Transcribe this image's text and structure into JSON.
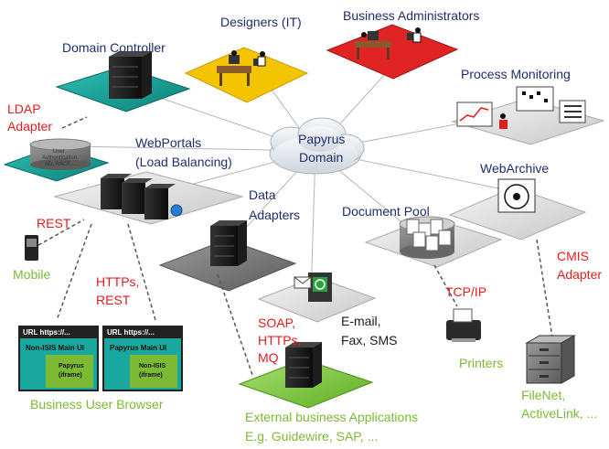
{
  "hub": {
    "line1": "Papyrus",
    "line2": "Domain"
  },
  "designers": {
    "label": "Designers (IT)"
  },
  "business_admins": {
    "label": "Business Administrators"
  },
  "domain_controller": {
    "label": "Domain Controller"
  },
  "process_monitoring": {
    "label": "Process Monitoring"
  },
  "ldap": {
    "line1": "LDAP",
    "line2": "Adapter",
    "db_text_1": "User",
    "db_text_2": "Authentication,",
    "db_text_3": "AD, RACF, ..."
  },
  "webportals": {
    "line1": "WebPortals",
    "line2": "(Load Balancing)"
  },
  "webarchive": {
    "label": "WebArchive"
  },
  "data_adapters": {
    "line1": "Data",
    "line2": "Adapters"
  },
  "document_pool": {
    "label": "Document Pool"
  },
  "rest": {
    "label": "REST"
  },
  "mobile": {
    "label": "Mobile"
  },
  "https_rest": {
    "line1": "HTTPs,",
    "line2": "REST"
  },
  "cmis": {
    "line1": "CMIS",
    "line2": "Adapter"
  },
  "tcpip": {
    "label": "TCP/IP"
  },
  "printers": {
    "label": "Printers"
  },
  "email": {
    "line1": "E-mail,",
    "line2": "Fax, SMS"
  },
  "soap": {
    "line1": "SOAP,",
    "line2": "HTTPs,",
    "line3": "MQ"
  },
  "browser1": {
    "url": "URL https://...",
    "main": "Non-ISIS Main UI",
    "inner1": "Papyrus",
    "inner2": "(iframe)"
  },
  "browser2": {
    "url": "URL https://...",
    "main": "Papyrus Main UI",
    "inner1": "Non-ISIS",
    "inner2": "(iframe)"
  },
  "business_user_browser": {
    "label": "Business User Browser"
  },
  "external_apps": {
    "line1": "External business Applications",
    "line2": "E.g. Guidewire, SAP, ..."
  },
  "filenet": {
    "line1": "FileNet,",
    "line2": "ActiveLink, ..."
  },
  "colors": {
    "dark_blue": "#1f2d6b",
    "red": "#e21d1d",
    "green": "#7cba34",
    "yellow": "#f5c400",
    "teal": "#1aa7a0"
  }
}
